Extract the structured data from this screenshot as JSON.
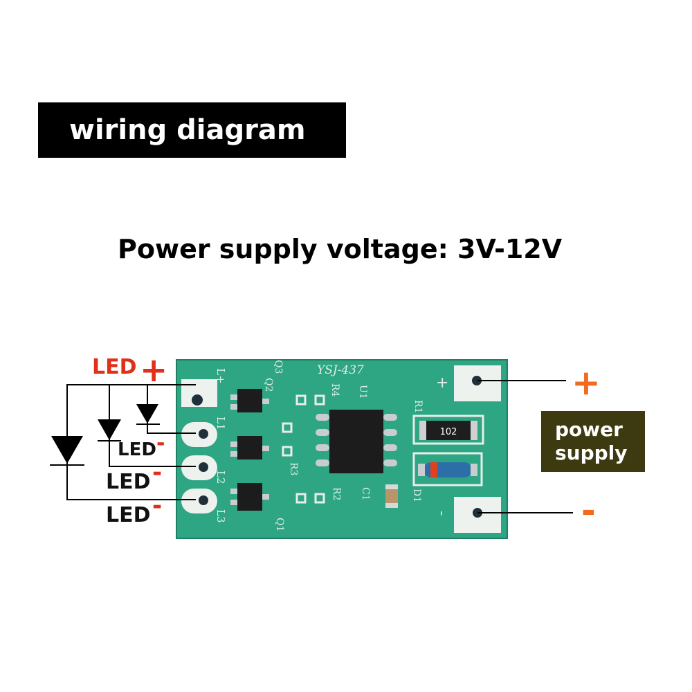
{
  "title": "wiring diagram",
  "voltage_text": "Power supply voltage: 3V-12V",
  "power_supply": {
    "line1": "power",
    "line2": "supply",
    "plus": "+",
    "minus": "-"
  },
  "led_labels": {
    "positive": "LED",
    "positive_sign": "+",
    "negative": [
      "LED",
      "LED",
      "LED"
    ],
    "negative_sign": "-"
  },
  "board": {
    "model": "YSJ-437",
    "chip_label": "102",
    "pads": [
      "L+",
      "L1",
      "L2",
      "L3"
    ],
    "power_pads": [
      "+",
      "-"
    ],
    "components": [
      "Q3",
      "Q2",
      "Q1",
      "R4",
      "R3",
      "R2",
      "R1",
      "U1",
      "C1",
      "D1"
    ]
  },
  "colors": {
    "pcb": "#2ea583",
    "accent_red": "#e0301a",
    "accent_orange": "#f26a1b",
    "power_box": "#3d3a12"
  }
}
